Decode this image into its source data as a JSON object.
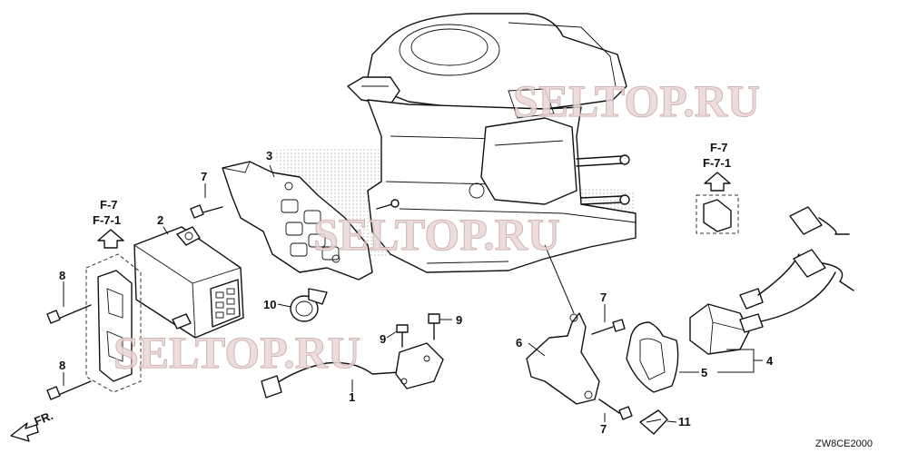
{
  "diagram_code": "ZW8CE2000",
  "watermark": "SELTOP.RU",
  "direction_label": "FR.",
  "reference_left": {
    "line1": "F-7",
    "line2": "F-7-1"
  },
  "reference_right": {
    "line1": "F-7",
    "line2": "F-7-1"
  },
  "callouts": {
    "c1": "1",
    "c2": "2",
    "c3": "3",
    "c4": "4",
    "c5": "5",
    "c6": "6",
    "c7a": "7",
    "c7b": "7",
    "c7c": "7",
    "c8a": "8",
    "c8b": "8",
    "c9a": "9",
    "c9b": "9",
    "c10": "10",
    "c11": "11"
  }
}
